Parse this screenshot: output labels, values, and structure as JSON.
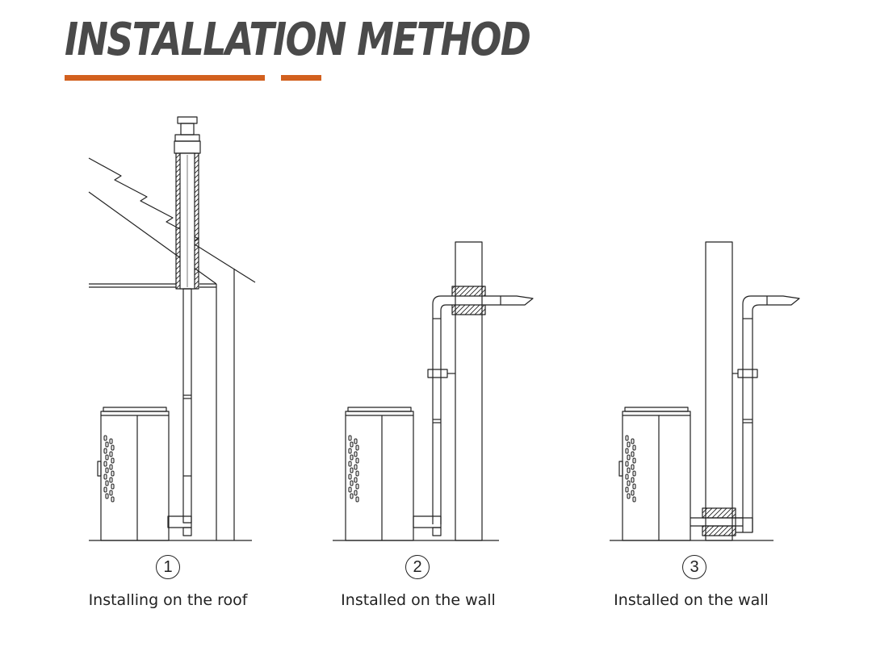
{
  "header": {
    "title": "INSTALLATION METHOD",
    "accent_color": "#d2601e",
    "title_color": "#4a4a4a"
  },
  "methods": [
    {
      "number": "1",
      "caption": "Installing on the roof"
    },
    {
      "number": "2",
      "caption": "Installed on the wall"
    },
    {
      "number": "3",
      "caption": "Installed on the wall"
    }
  ]
}
